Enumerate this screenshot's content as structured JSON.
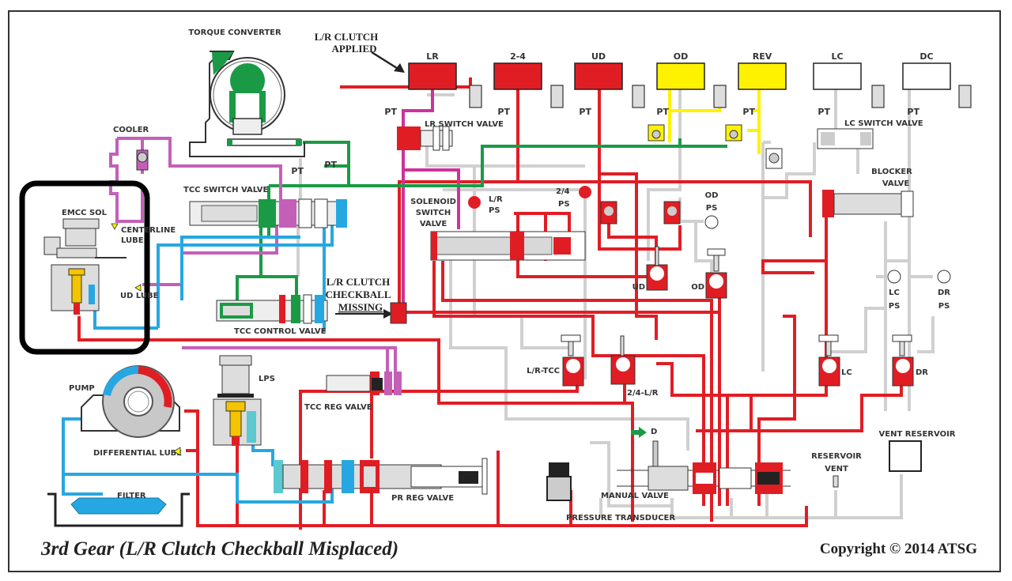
{
  "diagram": {
    "title": "3rd Gear (L/R Clutch Checkball Misplaced)",
    "copyright": "Copyright © 2014 ATSG",
    "colors": {
      "line_pressure": "#e11d24",
      "applied_clutch": "#e11d24",
      "exhausting": "#fff200",
      "converter": "#1b9a46",
      "cooler": "#c45fb8",
      "suction": "#27a7e1",
      "exhaust": "#d0d0d0",
      "highlight_box": "#000000"
    },
    "clutches": [
      {
        "name": "LR",
        "state": "applied"
      },
      {
        "name": "2-4",
        "state": "applied"
      },
      {
        "name": "UD",
        "state": "applied"
      },
      {
        "name": "OD",
        "state": "exhausting"
      },
      {
        "name": "REV",
        "state": "exhausting"
      },
      {
        "name": "LC",
        "state": "off"
      },
      {
        "name": "DC",
        "state": "off"
      }
    ],
    "pt_label": "PT",
    "labels": {
      "torque_converter": "TORQUE CONVERTER",
      "cooler": "COOLER",
      "emcc_sol": "EMCC SOL",
      "centerline": "CENTERLINE",
      "lube": "LUBE",
      "ud_lube": "UD LUBE",
      "tcc_switch_valve": "TCC SWITCH VALVE",
      "tcc_control_valve": "TCC CONTROL VALVE",
      "tcc_reg_valve": "TCC REG VALVE",
      "lr_switch_valve": "LR SWITCH VALVE",
      "solenoid": "SOLENOID",
      "switch": "SWITCH",
      "valve": "VALVE",
      "lr": "L/R",
      "ps": "PS",
      "two_four": "2/4",
      "od": "OD",
      "ud": "UD",
      "lc": "LC",
      "dr": "DR",
      "lc_switch_valve": "LC SWITCH VALVE",
      "blocker": "BLOCKER",
      "lr_tcc": "L/R-TCC",
      "two_four_lr": "2/4-L/R",
      "pump": "PUMP",
      "lps": "LPS",
      "differential_lube": "DIFFERENTIAL LUBE",
      "filter": "FILTER",
      "pr_reg_valve": "PR REG VALVE",
      "manual_valve": "MANUAL VALVE",
      "pressure_transducer": "PRESSURE TRANSDUCER",
      "drive": "D",
      "reservoir": "RESERVOIR",
      "vent": "VENT",
      "vent_reservoir": "VENT RESERVOIR"
    },
    "callouts": {
      "applied_line1": "L/R CLUTCH",
      "applied_line2": "APPLIED",
      "missing_line1": "L/R CLUTCH",
      "missing_line2": "CHECKBALL",
      "missing_line3": "MISSING"
    }
  }
}
